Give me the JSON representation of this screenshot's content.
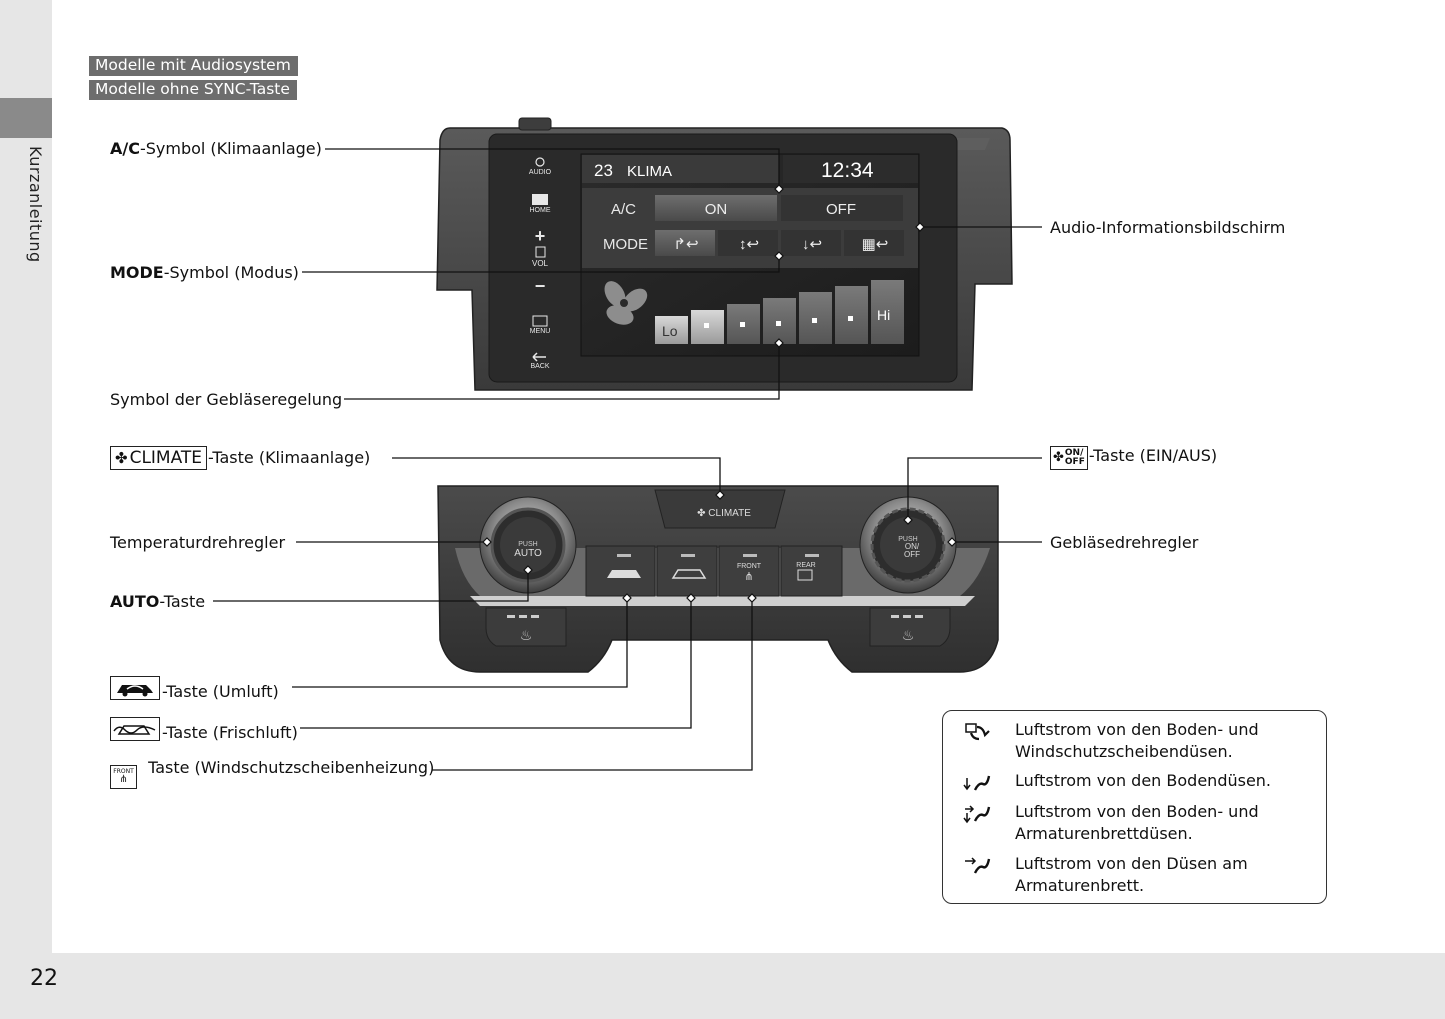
{
  "side_tab": {
    "label": "Kurzanleitung"
  },
  "page_number": "22",
  "tags": [
    "Modelle mit Audiosystem",
    "Modelle ohne SYNC-Taste"
  ],
  "screen": {
    "preset": "23",
    "title": "KLIMA",
    "clock": "12:34",
    "ac_label": "A/C",
    "ac_on": "ON",
    "ac_off": "OFF",
    "mode_label": "MODE",
    "fan_lo": "Lo",
    "fan_hi": "Hi",
    "buttons": {
      "audio": "AUDIO",
      "home": "HOME",
      "vol": "VOL",
      "menu": "MENU",
      "back": "BACK"
    }
  },
  "panel": {
    "climate": "CLIMATE",
    "push": "PUSH",
    "auto": "AUTO",
    "on_off_on": "ON/",
    "on_off_off": "OFF",
    "front": "FRONT",
    "rear": "REAR"
  },
  "labels": {
    "ac_symbol_bold": "A/C",
    "ac_symbol_rest": "-Symbol (Klimaanlage)",
    "mode_symbol_bold": "MODE",
    "mode_symbol_rest": "-Symbol (Modus)",
    "fan_control": "Symbol der Gebläseregelung",
    "audio_screen": "Audio-Informationsbildschirm",
    "climate_btn_icon_text": "CLIMATE",
    "climate_btn": "-Taste (Klimaanlage)",
    "onoff_btn_on": "ON/",
    "onoff_btn_off": "OFF",
    "onoff_btn": "-Taste (EIN/AUS)",
    "temp_knob": "Temperaturdrehregler",
    "fan_knob": "Gebläsedrehregler",
    "auto_bold": "AUTO",
    "auto_rest": "-Taste",
    "recirc": "-Taste (Umluft)",
    "fresh": "-Taste (Frischluft)",
    "defrost_icon_text": "FRONT",
    "defrost": " Taste (Windschutzscheibenheizung)"
  },
  "legend": [
    {
      "icon": "floor-windshield-airflow-icon",
      "text": "Luftstrom von den Boden- und Windschutzscheibendüsen."
    },
    {
      "icon": "floor-airflow-icon",
      "text": "Luftstrom von den Bodendüsen."
    },
    {
      "icon": "floor-dashboard-airflow-icon",
      "text": "Luftstrom von den Boden- und Armaturenbrettdüsen."
    },
    {
      "icon": "dashboard-airflow-icon",
      "text": "Luftstrom von den Düsen am Armaturenbrett."
    }
  ]
}
